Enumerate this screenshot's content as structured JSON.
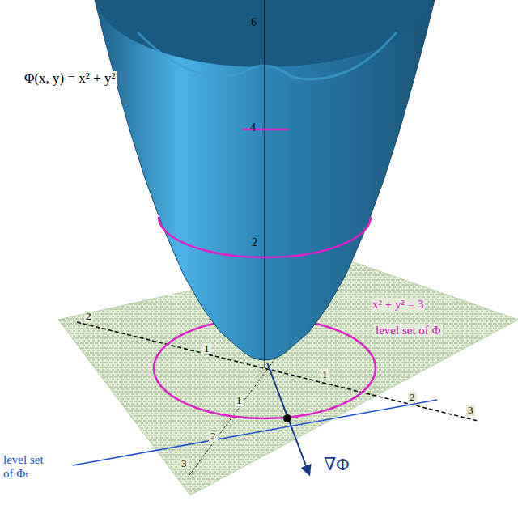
{
  "diagram": {
    "labels": [
      "Φ(x, y) = x² + y²",
      "6",
      "4",
      "2",
      "x² + y² = 3",
      "level set of Φ",
      "level set of Φₜ",
      "∇Φ",
      "2",
      "1",
      "1",
      "2",
      "3",
      "3",
      "2",
      "1"
    ]
  }
}
